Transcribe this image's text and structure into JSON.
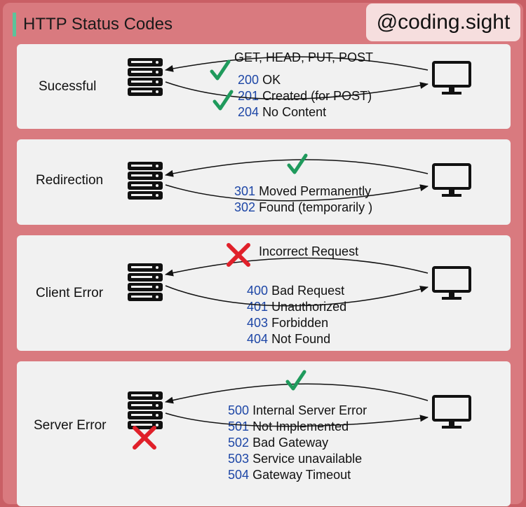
{
  "header": {
    "title": "HTTP Status Codes",
    "brand": "@coding.sight",
    "accent_color": "#5bc39a"
  },
  "sections": [
    {
      "category": "Sucessful",
      "request_text": "GET, HEAD, PUT, POST",
      "request_mark": "check-icon",
      "codes": [
        {
          "code": "200",
          "text": "OK"
        },
        {
          "code": "201",
          "text": "Created (for POST)"
        },
        {
          "code": "204",
          "text": "No Content"
        }
      ]
    },
    {
      "category": "Redirection",
      "request_mark": "check-icon",
      "codes": [
        {
          "code": "301",
          "text": "Moved Permanently"
        },
        {
          "code": "302",
          "text": "Found (temporarily )"
        }
      ]
    },
    {
      "category": "Client Error",
      "request_text": "Incorrect Request",
      "request_mark": "cross-icon",
      "codes": [
        {
          "code": "400",
          "text": "Bad Request"
        },
        {
          "code": "401",
          "text": "Unauthorized"
        },
        {
          "code": "403",
          "text": "Forbidden"
        },
        {
          "code": "404",
          "text": "Not Found"
        }
      ]
    },
    {
      "category": "Server Error",
      "request_mark": "check-icon",
      "server_mark": "cross-icon",
      "codes": [
        {
          "code": "500",
          "text": "Internal Server Error"
        },
        {
          "code": "501",
          "text": "Not Implemented"
        },
        {
          "code": "502",
          "text": "Bad Gateway"
        },
        {
          "code": "503",
          "text": "Service unavailable"
        },
        {
          "code": "504",
          "text": "Gateway Timeout"
        }
      ]
    }
  ],
  "colors": {
    "code": "#1d46a6",
    "check": "#1f9a5c",
    "cross": "#e0202a"
  }
}
